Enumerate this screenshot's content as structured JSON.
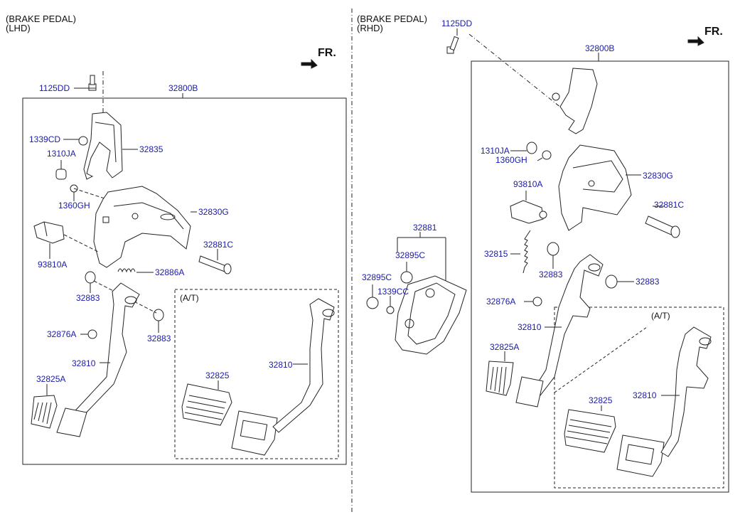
{
  "left": {
    "header_line1": "(BRAKE PEDAL)",
    "header_line2": "(LHD)",
    "fr": "FR.",
    "at_label": "(A/T)",
    "parts": {
      "p1125DD": "1125DD",
      "p32800B": "32800B",
      "p1339CD": "1339CD",
      "p32835": "32835",
      "p1310JA": "1310JA",
      "p1360GH": "1360GH",
      "p32830G": "32830G",
      "p93810A": "93810A",
      "p32881C": "32881C",
      "p32886A": "32886A",
      "p32883a": "32883",
      "p32883b": "32883",
      "p32876A": "32876A",
      "p32810a": "32810",
      "p32825A": "32825A",
      "p32825": "32825",
      "p32810b": "32810"
    }
  },
  "right": {
    "header_line1": "(BRAKE PEDAL)",
    "header_line2": "(RHD)",
    "fr": "FR.",
    "at_label": "(A/T)",
    "parts": {
      "p1125DD": "1125DD",
      "p32800B": "32800B",
      "p1310JA": "1310JA",
      "p1360GH": "1360GH",
      "p32830G": "32830G",
      "p93810A": "93810A",
      "p32881C": "32881C",
      "p32881": "32881",
      "p32895Ca": "32895C",
      "p32895Cb": "32895C",
      "p1339CC": "1339CC",
      "p32815": "32815",
      "p32883a": "32883",
      "p32883b": "32883",
      "p32876A": "32876A",
      "p32810a": "32810",
      "p32825A": "32825A",
      "p32825": "32825",
      "p32810b": "32810"
    }
  },
  "colors": {
    "label": "#1a1aa8",
    "line": "#222222"
  }
}
